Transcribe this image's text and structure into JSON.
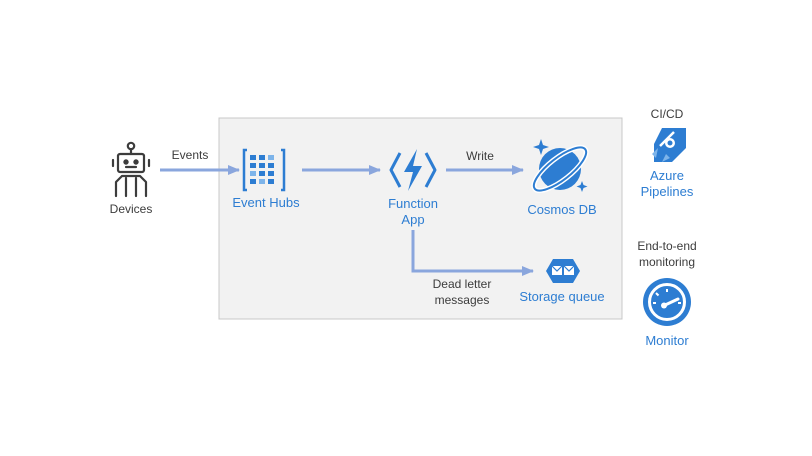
{
  "colors": {
    "accent_blue": "#2d7dd2",
    "arrow": "#8aa6dd",
    "box_fill": "#f2f2f2",
    "box_border": "#c8c8c8",
    "device_gray": "#3c3c3c"
  },
  "labels": {
    "devices": "Devices",
    "events": "Events",
    "event_hubs": "Event Hubs",
    "function_app": "Function\nApp",
    "write": "Write",
    "cosmos_db": "Cosmos DB",
    "dead_letter": "Dead letter\nmessages",
    "storage_queue": "Storage queue",
    "cicd": "CI/CD",
    "azure_pipelines": "Azure\nPipelines",
    "monitoring": "End-to-end\nmonitoring",
    "monitor": "Monitor"
  },
  "icons": {
    "devices": "robot-icon",
    "event_hubs": "event-hubs-icon",
    "function_app": "function-app-icon",
    "cosmos_db": "cosmos-db-icon",
    "storage_queue": "storage-queue-icon",
    "pipelines": "azure-pipelines-icon",
    "monitor": "monitor-gauge-icon"
  }
}
